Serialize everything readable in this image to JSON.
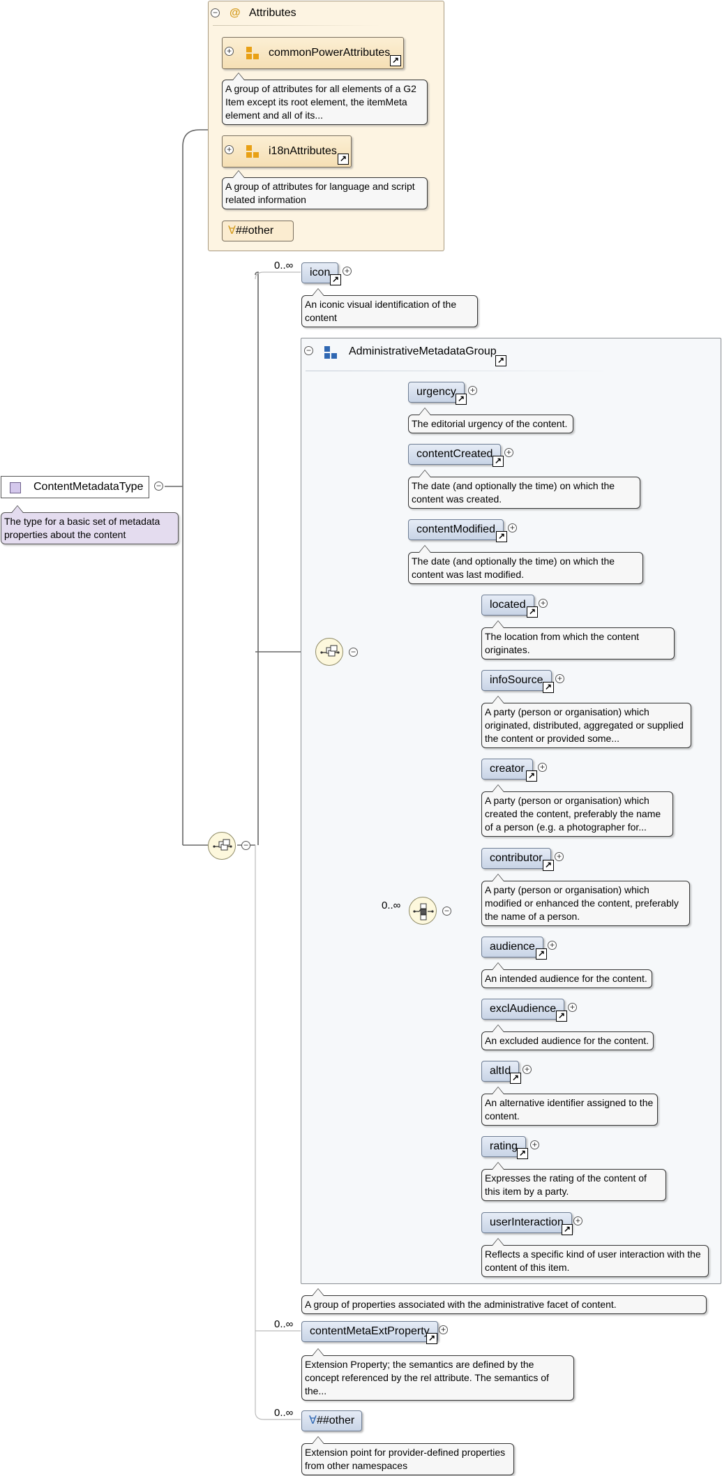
{
  "root": {
    "name": "ContentMetadataType",
    "note": "The type for a basic set of metadata properties about the content"
  },
  "attributes": {
    "title": "Attributes",
    "title_icon": "@",
    "groups": [
      {
        "name": "commonPowerAttributes",
        "note": "A group of attributes for all elements of a G2 Item except its root element, the itemMeta element and all of its..."
      },
      {
        "name": "i18nAttributes",
        "note": "A group of attributes for language and script related information"
      }
    ],
    "any_attribute": "##other",
    "any_symbol": "∀"
  },
  "icon_element": {
    "name": "icon",
    "cardinality": "0..∞",
    "note": "An iconic visual identification of the content"
  },
  "admin_group": {
    "name": "AdministrativeMetadataGroup",
    "note": "A group of properties associated with the administrative facet of content.",
    "elements": [
      {
        "name": "urgency",
        "note": "The editorial urgency of the content."
      },
      {
        "name": "contentCreated",
        "note": "The date (and optionally the time) on which the content was created."
      },
      {
        "name": "contentModified",
        "note": "The date (and optionally the time) on which the content was last modified."
      }
    ],
    "choice_cardinality": "0..∞",
    "choice_elements": [
      {
        "name": "located",
        "note": "The location from which the content originates."
      },
      {
        "name": "infoSource",
        "note": "A party (person or organisation) which originated, distributed, aggregated or supplied the content or provided some..."
      },
      {
        "name": "creator",
        "note": "A party (person or organisation) which created the content, preferably the name of a person (e.g. a photographer for..."
      },
      {
        "name": "contributor",
        "note": "A party (person or organisation) which modified or enhanced the content, preferably the name of a person."
      },
      {
        "name": "audience",
        "note": "An intended audience for the content."
      },
      {
        "name": "exclAudience",
        "note": "An excluded audience for the content."
      },
      {
        "name": "altId",
        "note": "An alternative identifier assigned to the content."
      },
      {
        "name": "rating",
        "note": "Expresses the rating of the content of this item by a party."
      },
      {
        "name": "userInteraction",
        "note": "Reflects a specific kind of user interaction with the content of this item."
      }
    ]
  },
  "ext_property": {
    "name": "contentMetaExtProperty",
    "cardinality": "0..∞",
    "note": "Extension Property; the semantics are defined by the concept referenced by the rel attribute. The semantics of the..."
  },
  "any_element": {
    "name": "##other",
    "symbol": "∀",
    "cardinality": "0..∞",
    "note": "Extension point for provider-defined properties from other namespaces"
  },
  "symbols": {
    "expand": "+",
    "collapse": "−",
    "link": "↗"
  },
  "colors": {
    "element_fill": "#d8e2f0",
    "attribute_panel": "#fdf4e2",
    "group_panel": "#f6f8fa",
    "root_note": "#e4dcef",
    "compositor": "#fdf8dd",
    "group_icon": "#2f67b2",
    "attr_group_icon": "#e8a015"
  }
}
